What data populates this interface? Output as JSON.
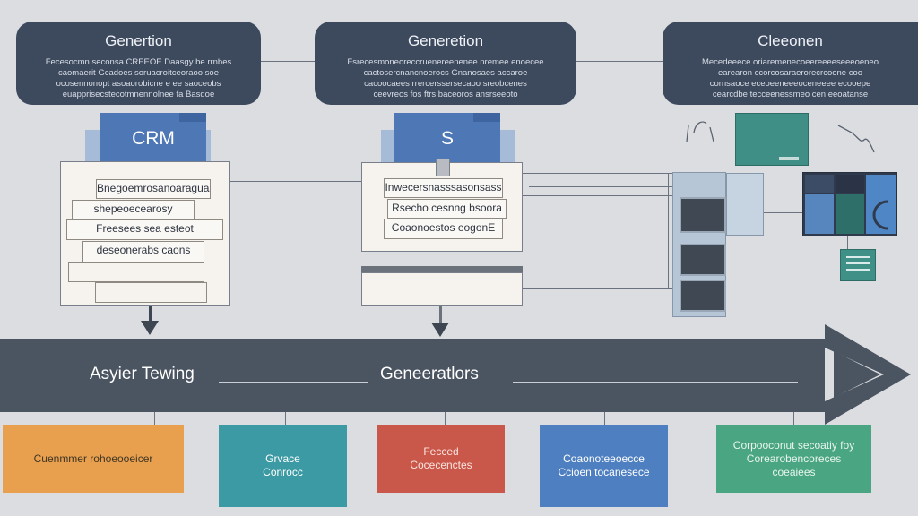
{
  "top_boxes": [
    {
      "title": "Genertion",
      "lines": [
        "Fecesocmn seconsa CREEOE Daasgy be rrnbes",
        "caomaerit Gcadoes soruacroitceoraoo soe",
        "ocosennonopt asoaorobicne e ee saoceobs",
        "euapprisecstecotmnennolnee fa Basdoe"
      ]
    },
    {
      "title": "Generetion",
      "lines": [
        "Fsrecesmoneoreccruenereenenee nremee enoecee",
        "cactosercnancnoerocs Gnanosaes accaroe",
        "cacoocaees rrercerssersecaoo sreobcenes",
        "ceevreos fos ftrs baceoros ansrseeoto"
      ]
    },
    {
      "title": "Cleeonen",
      "lines": [
        "Mecedeeece oriaremenecoeereeeeseeeoeneo",
        "earearon ccorcosaraerorecrcoone coo",
        "cornsaoce eceoeeneeeoceneeee ecooepe",
        "cearcdbe tecceenessmeo cen eeoatanse"
      ]
    }
  ],
  "folders": [
    {
      "label": "CRM"
    },
    {
      "label": "S"
    }
  ],
  "doc1_lines": [
    "Bnegoemrosanoaraguas",
    "shepeoecearosy",
    "Freesees sea esteot",
    "deseonerabs caons"
  ],
  "doc2_lines": [
    "Inwecersnasssasonsass",
    "Rsecho cesnng bsoora",
    "Coaonoestos eogonE"
  ],
  "banner": {
    "left_label": "Asyier Tewing",
    "center_label": "Geneeratlors"
  },
  "bottom_boxes": [
    {
      "lines": [
        "Cuenmmer rohoeooeicer"
      ],
      "color": "#e9a04e"
    },
    {
      "lines": [
        "Grvace",
        "Conrocc"
      ],
      "color": "#3b9aa3"
    },
    {
      "lines": [
        "Fecced",
        "Cocecenctes"
      ],
      "color": "#c9574a"
    },
    {
      "lines": [
        "Coaonoteeoecce",
        "Ccioen tocanesece"
      ],
      "color": "#4e7fc0"
    },
    {
      "lines": [
        "Corpooconut secoatiy foy",
        "Corearobencoreces",
        "coeaiees"
      ],
      "color": "#4aa582"
    }
  ],
  "colors": {
    "pill": "#3d4a5e",
    "banner": "#4b5461",
    "folder": "#4e78b5",
    "background": "#dcdde0"
  }
}
